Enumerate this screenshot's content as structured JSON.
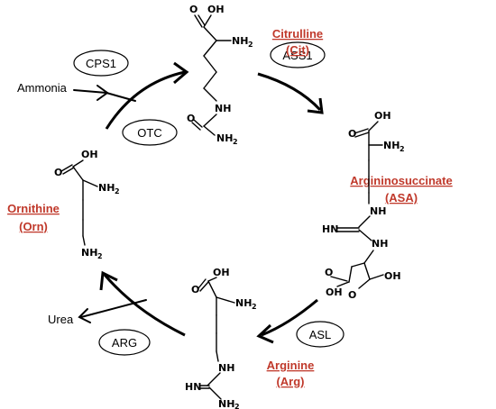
{
  "colors": {
    "compound_name": "#c0392b",
    "ink": "#000000"
  },
  "inputs": {
    "ammonia": "Ammonia"
  },
  "outputs": {
    "urea": "Urea"
  },
  "enzymes": {
    "cps1": "CPS1",
    "otc": "OTC",
    "ass1": "ASS1",
    "asl": "ASL",
    "arg": "ARG"
  },
  "compounds": {
    "citrulline": {
      "name": "Citrulline",
      "abbr": "(Cit)"
    },
    "argininosuccinate": {
      "name": "Argininosuccinate",
      "abbr": "(ASA)"
    },
    "arginine": {
      "name": "Arginine",
      "abbr": "(Arg)"
    },
    "ornithine": {
      "name": "Ornithine",
      "abbr": "(Orn)"
    }
  },
  "atoms": {
    "oh": "OH",
    "o": "O",
    "nh": "NH",
    "nh2": "NH",
    "hn": "HN",
    "sub2": "2"
  }
}
